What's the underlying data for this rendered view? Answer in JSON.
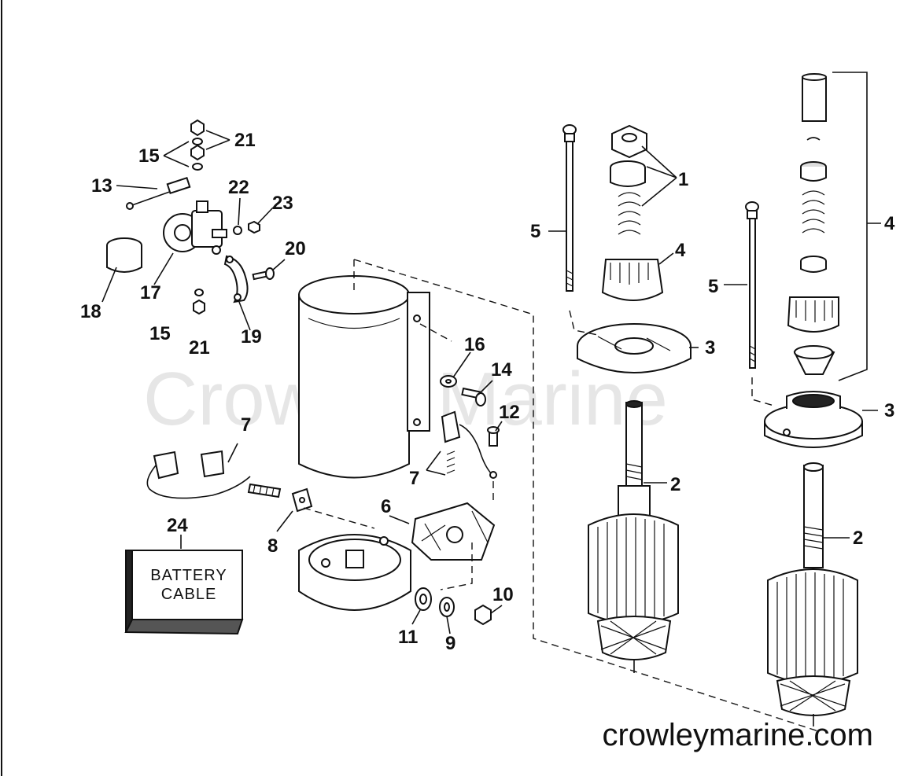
{
  "watermark": "Crowley Marine",
  "footer_url": "crowleymarine.com",
  "box_label_line1": "BATTERY",
  "box_label_line2": "CABLE",
  "callouts": {
    "c1": "1",
    "c2a": "2",
    "c2b": "2",
    "c3a": "3",
    "c3b": "3",
    "c4a": "4",
    "c4b": "4",
    "c5a": "5",
    "c5b": "5",
    "c6": "6",
    "c7a": "7",
    "c7b": "7",
    "c8": "8",
    "c9": "9",
    "c10": "10",
    "c11": "11",
    "c12": "12",
    "c13": "13",
    "c14": "14",
    "c15a": "15",
    "c15b": "15",
    "c16": "16",
    "c17": "17",
    "c18": "18",
    "c19": "19",
    "c20": "20",
    "c21a": "21",
    "c21b": "21",
    "c22": "22",
    "c23": "23",
    "c24": "24"
  }
}
